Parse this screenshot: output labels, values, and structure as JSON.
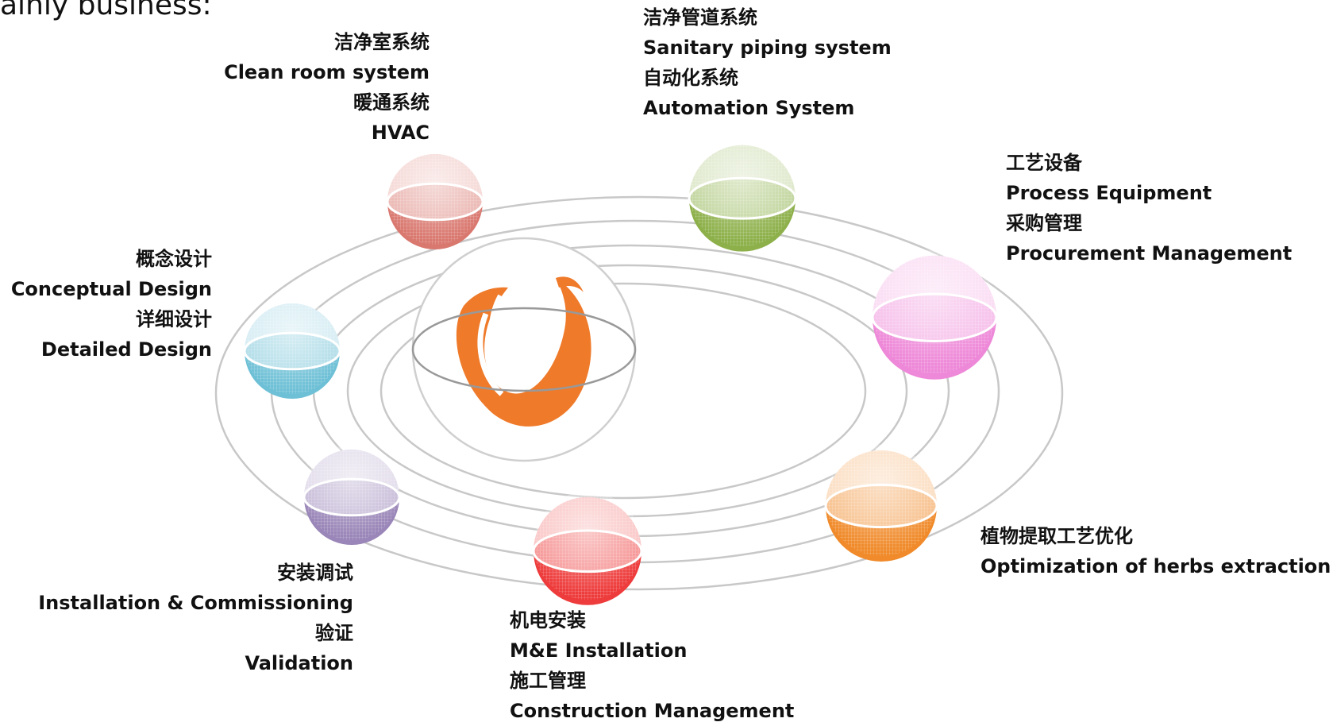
{
  "heading": "ainly business:",
  "nodes": [
    {
      "id": "cleanroom",
      "color": "#D9786F",
      "lines": [
        "洁净室系统",
        "Clean room system",
        "暖通系统",
        "HVAC"
      ]
    },
    {
      "id": "piping",
      "color": "#8DB04A",
      "lines": [
        "洁净管道系统",
        "Sanitary piping system",
        "自动化系统",
        "Automation System"
      ]
    },
    {
      "id": "process",
      "color": "#EE88D8",
      "lines": [
        "工艺设备",
        "Process Equipment",
        "采购管理",
        "Procurement Management"
      ]
    },
    {
      "id": "herbs",
      "color": "#F08A2A",
      "lines": [
        "植物提取工艺优化",
        "Optimization of herbs extraction"
      ]
    },
    {
      "id": "mne",
      "color": "#EE3B3B",
      "lines": [
        "机电安装",
        "M&E Installation",
        "施工管理",
        "Construction Management"
      ]
    },
    {
      "id": "install",
      "color": "#9A86B8",
      "lines": [
        "安装调试",
        "Installation & Commissioning",
        "验证",
        "Validation"
      ]
    },
    {
      "id": "design",
      "color": "#6EC0D6",
      "lines": [
        "概念设计",
        "Conceptual Design",
        "详细设计",
        "Detailed Design"
      ]
    }
  ],
  "colors": {
    "logo": "#EF7A2A",
    "orbit": "#c8c8c8"
  }
}
